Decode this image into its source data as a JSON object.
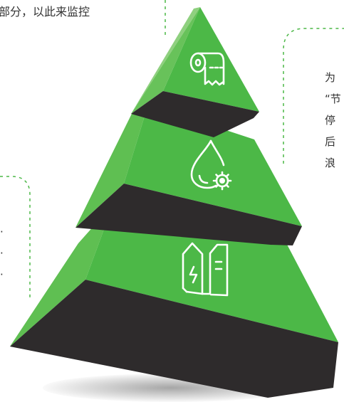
{
  "texts": {
    "top_left": "部分，以此来监控",
    "right_lines": [
      "为",
      "“节",
      "停",
      "后",
      "浪"
    ],
    "left_lines": [
      "·",
      "·",
      "·"
    ]
  },
  "tiers": [
    {
      "name": "top",
      "icon": "toilet-paper-roll-icon"
    },
    {
      "name": "middle",
      "icon": "water-drop-gear-icon"
    },
    {
      "name": "bottom",
      "icon": "battery-buildings-icon"
    }
  ],
  "colors": {
    "green_face": "#4cb847",
    "green_left": "#68c25a",
    "green_light": "#8fd07f",
    "dark_face": "#2e2b2c",
    "connector": "#4cb847"
  }
}
